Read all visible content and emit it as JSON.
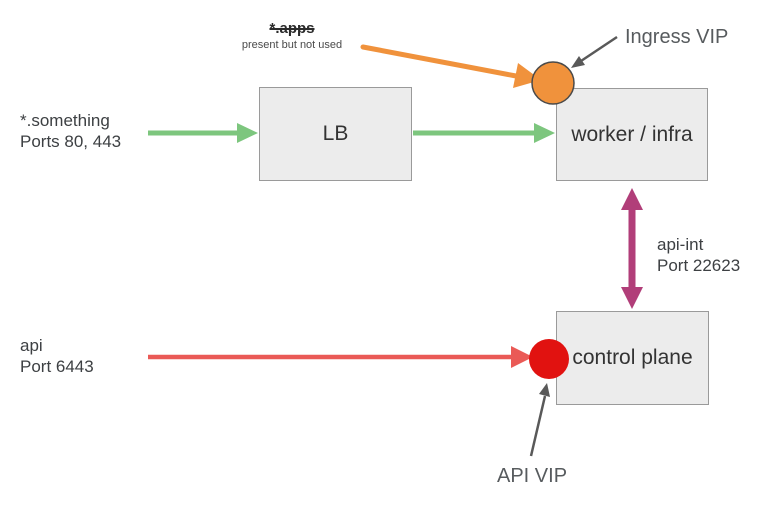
{
  "annotations": {
    "apps": {
      "label": "*.apps",
      "note": "present but not used"
    },
    "ingress_vip": "Ingress VIP",
    "api_vip": "API VIP",
    "wildcard_ingress": {
      "line1": "*.something",
      "line2": "Ports 80, 443"
    },
    "api": {
      "line1": "api",
      "line2": "Port 6443"
    },
    "api_int": {
      "line1": "api-int",
      "line2": "Port 22623"
    }
  },
  "nodes": {
    "lb": "LB",
    "worker": "worker / infra",
    "control_plane": "control plane"
  },
  "colors": {
    "green_arrow": "#7dc67e",
    "orange": "#f0923c",
    "orange_circle_border": "#4a4a4a",
    "red_arrow": "#ea5a56",
    "red_circle": "#e11210",
    "purple_arrow": "#b13e79",
    "gray_arrow": "#595959",
    "box_fill": "#ececec",
    "box_border": "#9a9a9a"
  }
}
